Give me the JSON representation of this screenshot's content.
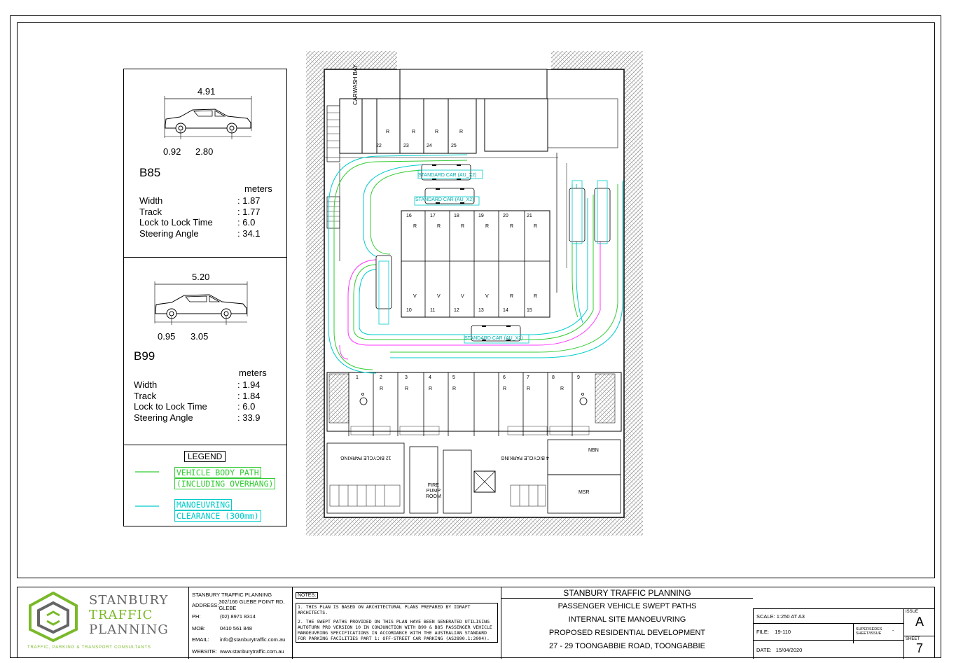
{
  "vehicles": [
    {
      "name": "B85",
      "overall_length": "4.91",
      "front_overhang": "0.92",
      "wheelbase": "2.80",
      "units": "meters",
      "specs": [
        {
          "label": "Width",
          "value": ":  1.87"
        },
        {
          "label": "Track",
          "value": ":  1.77"
        },
        {
          "label": "Lock to Lock Time",
          "value": ":  6.0"
        },
        {
          "label": "Steering Angle",
          "value": ":  34.1"
        }
      ]
    },
    {
      "name": "B99",
      "overall_length": "5.20",
      "front_overhang": "0.95",
      "wheelbase": "3.05",
      "units": "meters",
      "specs": [
        {
          "label": "Width",
          "value": ":  1.94"
        },
        {
          "label": "Track",
          "value": ":  1.84"
        },
        {
          "label": "Lock to Lock Time",
          "value": ":  6.0"
        },
        {
          "label": "Steering Angle",
          "value": ":  33.9"
        }
      ]
    }
  ],
  "legend": {
    "title": "LEGEND",
    "items": [
      {
        "line1": "VEHICLE BODY PATH",
        "line2": "(INCLUDING OVERHANG)",
        "color": "#33cc33"
      },
      {
        "line1": "MANOEUVRING",
        "line2": "CLEARANCE (300mm)",
        "color": "#00cccc"
      }
    ]
  },
  "plan": {
    "carwash_bay": "CARWASH BAY",
    "bicycle_12": "12 BICYCLE PARKING",
    "bicycle_4": "4 BICYCLE PARKING",
    "fire_pump": [
      "FIRE",
      "PUMP",
      "ROOM"
    ],
    "nbn": "NBN",
    "msr": "MSR",
    "swept_label": "STANDARD CAR (AU_X2)",
    "colors": {
      "hatch": "#888888",
      "body_path": "#33cc33",
      "clearance": "#00cccc",
      "centreline": "#ff33ff"
    },
    "top_bays": [
      {
        "num": "22",
        "tag": "R"
      },
      {
        "num": "23",
        "tag": "R"
      },
      {
        "num": "24",
        "tag": "R"
      },
      {
        "num": "25",
        "tag": "R"
      }
    ],
    "island_upper": [
      {
        "num": "16",
        "tag": "R"
      },
      {
        "num": "17",
        "tag": "R"
      },
      {
        "num": "18",
        "tag": "R"
      },
      {
        "num": "19",
        "tag": "R"
      },
      {
        "num": "20",
        "tag": "R"
      },
      {
        "num": "21",
        "tag": "R"
      }
    ],
    "island_lower": [
      {
        "num": "10",
        "tag": "V"
      },
      {
        "num": "11",
        "tag": "V"
      },
      {
        "num": "12",
        "tag": "V"
      },
      {
        "num": "13",
        "tag": "V"
      },
      {
        "num": "14",
        "tag": "R"
      },
      {
        "num": "15",
        "tag": "R"
      }
    ],
    "bottom_bays": [
      {
        "num": "1",
        "tag": ""
      },
      {
        "num": "2",
        "tag": "R"
      },
      {
        "num": "3",
        "tag": "R"
      },
      {
        "num": "4",
        "tag": "R"
      },
      {
        "num": "5",
        "tag": "R"
      },
      {
        "num": "6",
        "tag": "R"
      },
      {
        "num": "7",
        "tag": "R"
      },
      {
        "num": "8",
        "tag": "R"
      },
      {
        "num": "9",
        "tag": ""
      }
    ]
  },
  "company": {
    "logo_name": [
      "STANBURY",
      "TRAFFIC",
      "PLANNING"
    ],
    "logo_tagline": "TRAFFIC, PARKING & TRANSPORT CONSULTANTS",
    "brand_green": "#7ab929",
    "brand_grey": "#666666",
    "name": "STANBURY TRAFFIC PLANNING",
    "contacts": [
      {
        "label": "ADDRESS:",
        "value": "302/166 GLEBE POINT RD, GLEBE"
      },
      {
        "label": "PH:",
        "value": "(02) 8971 8314"
      },
      {
        "label": "MOB:",
        "value": "0410 561 848"
      },
      {
        "label": "EMAIL:",
        "value": "info@stanburytraffic.com.au"
      },
      {
        "label": "WEBSITE:",
        "value": "www.stanburytraffic.com.au"
      }
    ]
  },
  "notes": {
    "title": "NOTES:",
    "items": [
      "1. THIS PLAN IS BASED ON ARCHITECTURAL PLANS PREPARED BY IDRAFT ARCHITECTS.",
      "2. THE SWEPT PATHS PROVIDED ON THIS PLAN HAVE BEEN GENERATED UTILISING AUTOTURN PRO VERSION 10 IN CONJUNCTION WITH B99 & B85 PASSENGER VEHICLE MANOEUVRING SPECIFICATIONS IN ACCORDANCE WITH THE AUSTRALIAN STANDARD FOR PARKING FACILITIES PART 1: OFF-STREET CAR PARKING (AS2890.1:2004)."
    ]
  },
  "drawing": {
    "company": "STANBURY TRAFFIC PLANNING",
    "title1": "PASSENGER VEHICLE SWEPT PATHS",
    "title2": "INTERNAL SITE MANOEUVRING",
    "title3": "PROPOSED RESIDENTIAL DEVELOPMENT",
    "address": "27 - 29 TOONGABBIE ROAD, TOONGABBIE",
    "scale_label": "SCALE:",
    "scale": "1:250 AT A3",
    "file_label": "FILE:",
    "file": "19-110",
    "date_label": "DATE:",
    "date": "15/04/2020",
    "supersedes": [
      "SUPERSEDES",
      "SHEET/ISSUE"
    ],
    "supersedes_value": "-",
    "issue_label": "ISSUE",
    "issue": "A",
    "sheet_label": "SHEET",
    "sheet": "7"
  }
}
